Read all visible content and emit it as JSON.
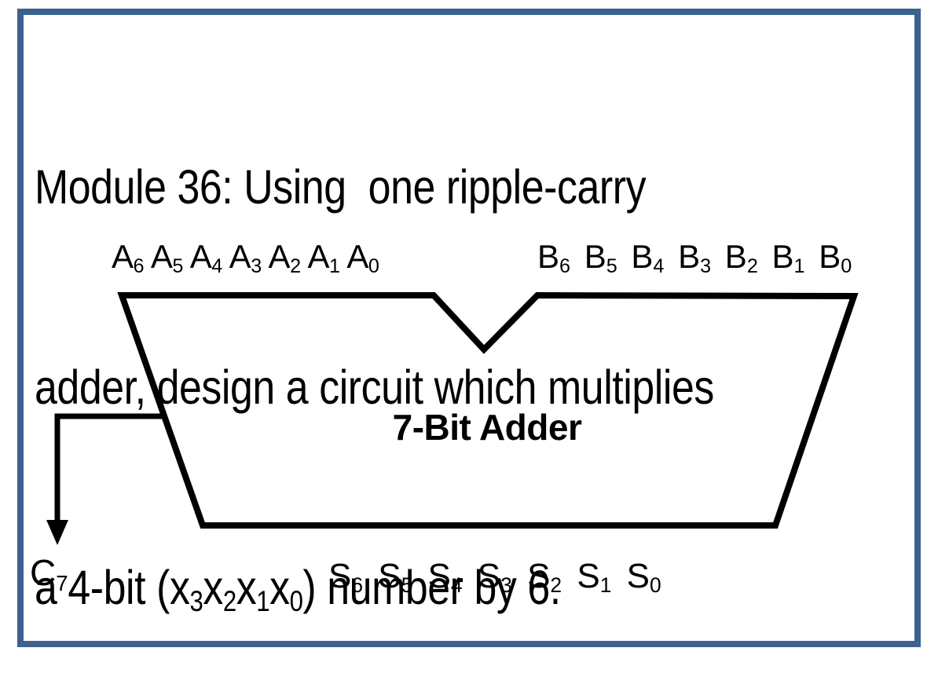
{
  "colors": {
    "frame_border": "#3B618E",
    "diagram_stroke": "#000000",
    "text": "#000000"
  },
  "title": {
    "lines": [
      [
        {
          "t": "Module 36: Using  one ripple-carry"
        }
      ],
      [
        {
          "t": "adder, design a circuit which multiplies"
        }
      ],
      [
        {
          "t": "a 4-bit (x"
        },
        {
          "t": "3",
          "sub": true
        },
        {
          "t": "x"
        },
        {
          "t": "2",
          "sub": true
        },
        {
          "t": "x"
        },
        {
          "t": "1",
          "sub": true
        },
        {
          "t": "x"
        },
        {
          "t": "0",
          "sub": true
        },
        {
          "t": ") number by 6."
        }
      ]
    ]
  },
  "diagram": {
    "adder_label": "7-Bit Adder",
    "a_row": [
      {
        "t": "A"
      },
      {
        "t": "6",
        "sub": true
      },
      {
        "t": " A"
      },
      {
        "t": "5",
        "sub": true
      },
      {
        "t": " A"
      },
      {
        "t": "4",
        "sub": true
      },
      {
        "t": " A"
      },
      {
        "t": "3",
        "sub": true
      },
      {
        "t": " A"
      },
      {
        "t": "2",
        "sub": true
      },
      {
        "t": " A"
      },
      {
        "t": "1",
        "sub": true
      },
      {
        "t": " A"
      },
      {
        "t": "0",
        "sub": true
      }
    ],
    "b_row": [
      {
        "t": "B"
      },
      {
        "t": "6",
        "sub": true
      },
      {
        "t": " B"
      },
      {
        "t": "5",
        "sub": true
      },
      {
        "t": " B"
      },
      {
        "t": "4",
        "sub": true
      },
      {
        "t": " B"
      },
      {
        "t": "3",
        "sub": true
      },
      {
        "t": " B"
      },
      {
        "t": "2",
        "sub": true
      },
      {
        "t": " B"
      },
      {
        "t": "1",
        "sub": true
      },
      {
        "t": " B"
      },
      {
        "t": "0",
        "sub": true
      }
    ],
    "s_row": [
      {
        "t": "S"
      },
      {
        "t": "6",
        "sub": true
      },
      {
        "t": " S"
      },
      {
        "t": "5",
        "sub": true
      },
      {
        "t": " S"
      },
      {
        "t": "4",
        "sub": true
      },
      {
        "t": " S"
      },
      {
        "t": "3",
        "sub": true
      },
      {
        "t": " S"
      },
      {
        "t": "2",
        "sub": true
      },
      {
        "t": " S"
      },
      {
        "t": "1",
        "sub": true
      },
      {
        "t": " S"
      },
      {
        "t": "0",
        "sub": true
      }
    ],
    "carry_label": [
      {
        "t": "C"
      },
      {
        "t": "7",
        "sub": true
      }
    ]
  }
}
